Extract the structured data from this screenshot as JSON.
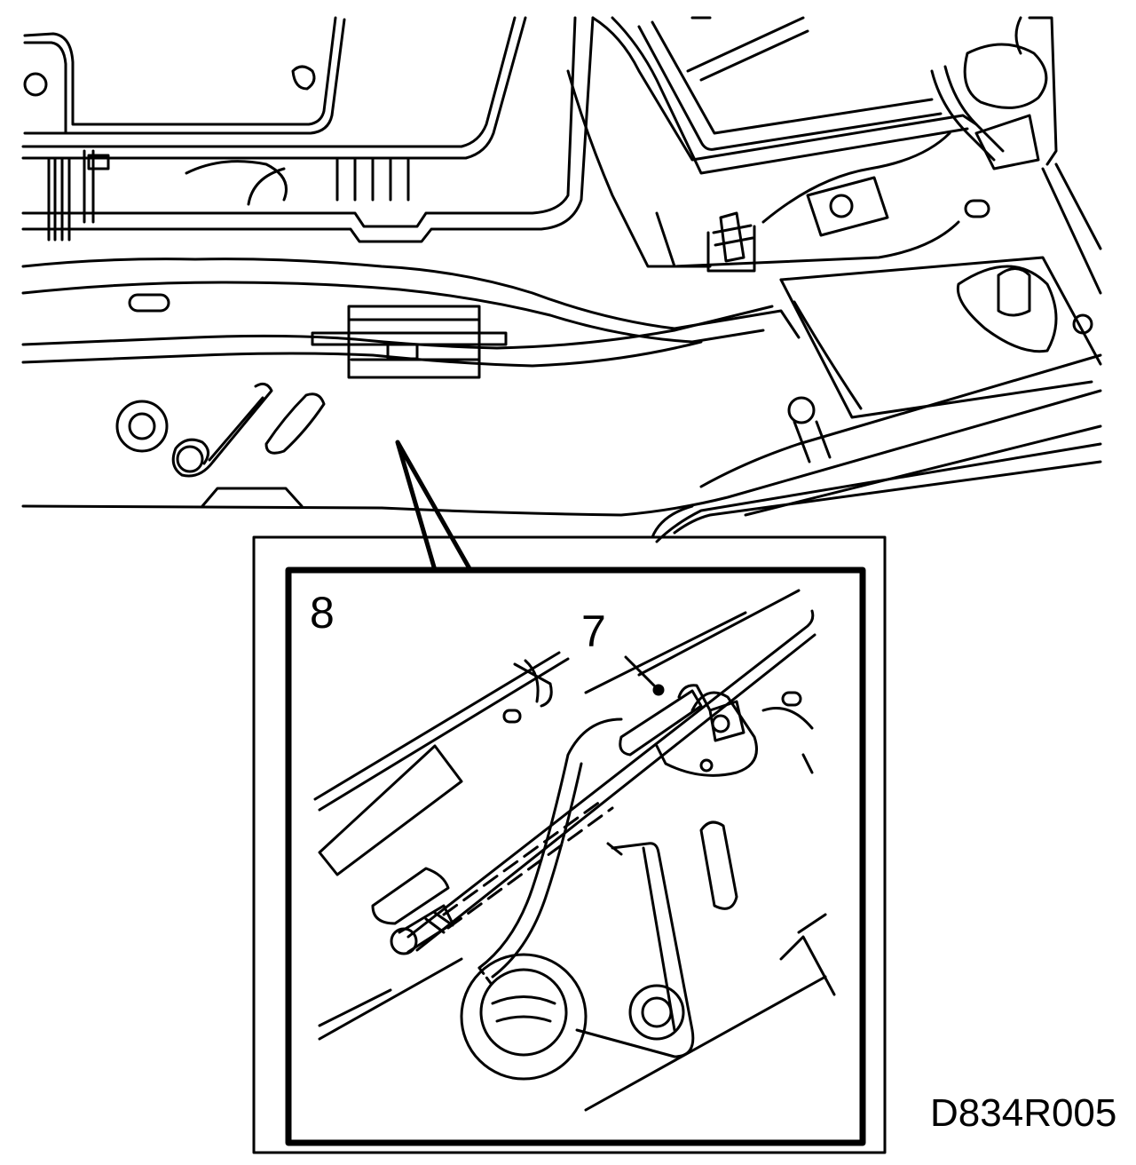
{
  "figure": {
    "callouts": {
      "inset_number": "8",
      "part_number": "7"
    },
    "figure_code": "D834R005"
  }
}
